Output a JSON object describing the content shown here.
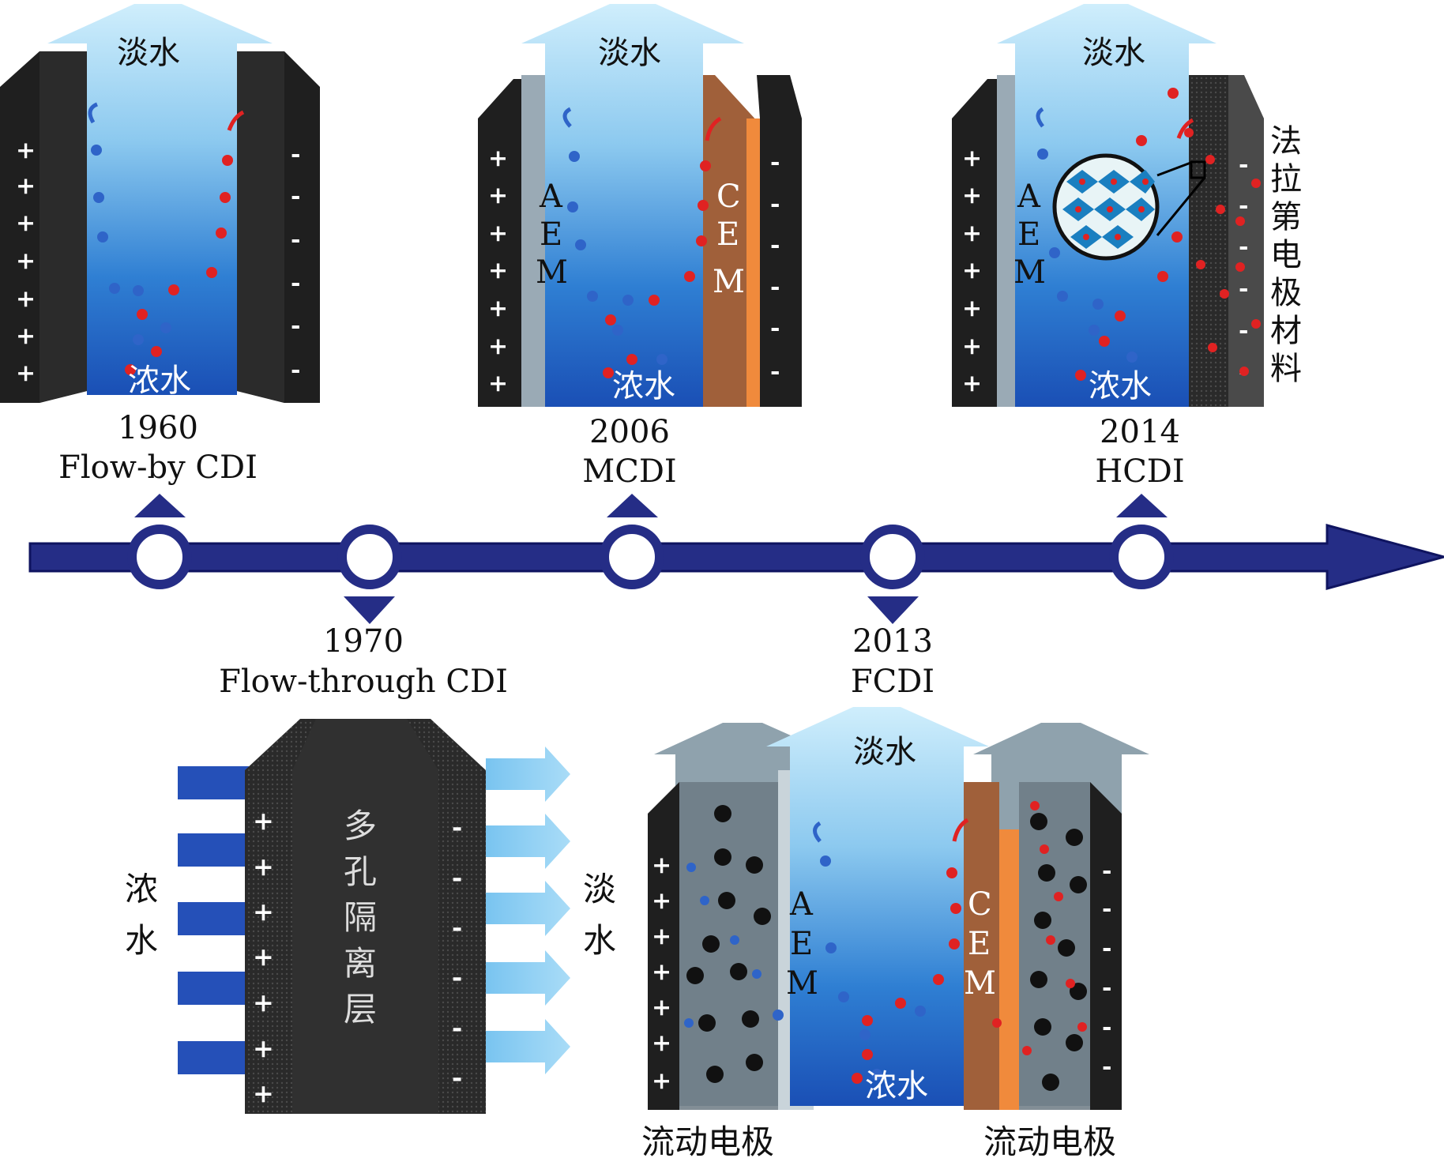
{
  "labels": {
    "fresh_water": "淡水",
    "concentrated_water": "浓水",
    "plus": "+",
    "minus": "-",
    "aem": [
      "A",
      "E",
      "M"
    ],
    "cem": [
      "C",
      "E",
      "M"
    ],
    "faradaic_material": [
      "法",
      "拉",
      "第",
      "电",
      "极",
      "材",
      "料"
    ],
    "porous_separator": [
      "多",
      "孔",
      "隔",
      "离",
      "层"
    ],
    "conc_vertical": [
      "浓",
      "水"
    ],
    "fresh_vertical": [
      "淡",
      "水"
    ],
    "flow_electrode": "流动电极"
  },
  "timeline": [
    {
      "year": "1960",
      "name": "Flow-by CDI"
    },
    {
      "year": "1970",
      "name": "Flow-through CDI"
    },
    {
      "year": "2006",
      "name": "MCDI"
    },
    {
      "year": "2013",
      "name": "FCDI"
    },
    {
      "year": "2014",
      "name": "HCDI"
    }
  ],
  "colors": {
    "timeline_blue": "#252d86",
    "electrode_dark": "#1d1d1d",
    "water_light": "#c7e9fb",
    "water_deep": "#1f5fbf",
    "anion": "#2f64c8",
    "cation": "#e02222",
    "cem_orange": "#f08a3c",
    "aem_gray": "#9aaab5"
  }
}
